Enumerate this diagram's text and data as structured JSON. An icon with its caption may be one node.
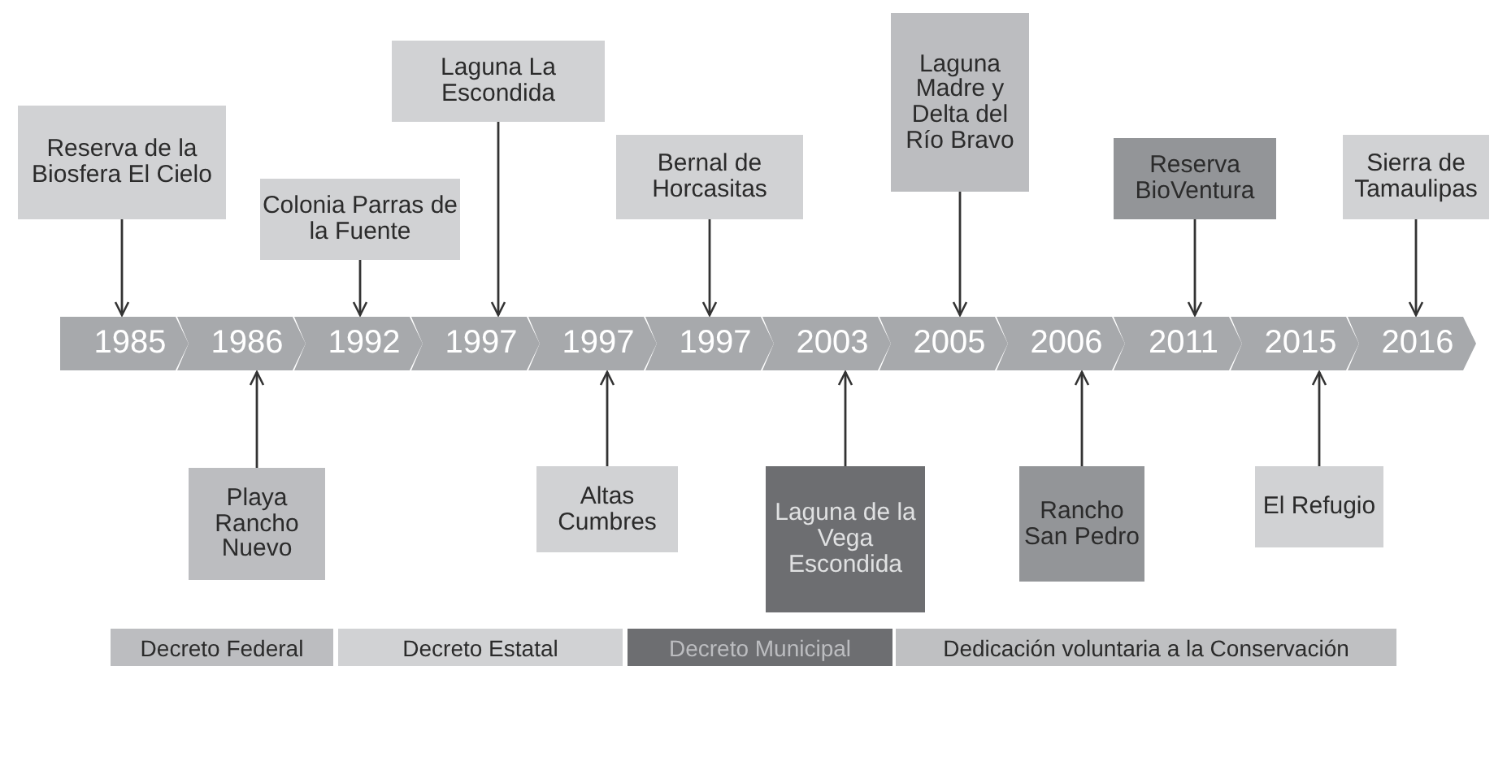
{
  "diagram": {
    "nodes": [
      {
        "text": [
          "Reserva de la Biosfera El Cielo"
        ]
      },
      {
        "text": [
          "Colonia Parras de la Fuente"
        ]
      },
      {
        "text": [
          "Laguna La Escondida"
        ]
      },
      {
        "text": [
          "Bernal de Horcasitas"
        ]
      },
      {
        "text": [
          "Laguna Madre y Delta del Río Bravo"
        ]
      },
      {
        "text": [
          "Reserva BioVentura"
        ]
      },
      {
        "text": [
          "Sierra de Tamaulipas"
        ]
      },
      {
        "text": [
          "1985"
        ]
      },
      {
        "text": [
          "1986"
        ]
      },
      {
        "text": [
          "1992"
        ]
      },
      {
        "text": [
          "1997"
        ]
      },
      {
        "text": [
          "1997"
        ]
      },
      {
        "text": [
          "1997"
        ]
      },
      {
        "text": [
          "2003"
        ]
      },
      {
        "text": [
          "2005"
        ]
      },
      {
        "text": [
          "2006"
        ]
      },
      {
        "text": [
          "2011"
        ]
      },
      {
        "text": [
          "2015"
        ]
      },
      {
        "text": [
          "2016"
        ]
      },
      {
        "text": [
          "Playa Rancho Nuevo"
        ]
      },
      {
        "text": [
          "Altas Cumbres"
        ]
      },
      {
        "text": [
          "Laguna de la Vega Escondida"
        ]
      },
      {
        "text": [
          "Rancho San Pedro"
        ]
      },
      {
        "text": [
          "El Refugio"
        ]
      }
    ],
    "edges": [
      {
        "from": 0,
        "to": 7,
        "arrow": "to"
      },
      {
        "from": 1,
        "to": 9,
        "arrow": "to"
      },
      {
        "from": 2,
        "to": 10,
        "arrow": "to"
      },
      {
        "from": 3,
        "to": 12,
        "arrow": "to"
      },
      {
        "from": 4,
        "to": 14,
        "arrow": "to"
      },
      {
        "from": 5,
        "to": 16,
        "arrow": "to"
      },
      {
        "from": 6,
        "to": 18,
        "arrow": "to"
      },
      {
        "from": 19,
        "to": 8,
        "arrow": "to"
      },
      {
        "from": 20,
        "to": 11,
        "arrow": "to"
      },
      {
        "from": 21,
        "to": 13,
        "arrow": "to"
      },
      {
        "from": 22,
        "to": 15,
        "arrow": "to"
      },
      {
        "from": 23,
        "to": 17,
        "arrow": "to"
      }
    ],
    "legend": [
      {
        "text": "Decreto Federal",
        "color": "#bcbdc0"
      },
      {
        "text": "Decreto Estatal",
        "color": "#d1d2d4"
      },
      {
        "text": "Decreto Municipal",
        "color": "#6d6e71"
      },
      {
        "text": "Dedicación voluntaria a la Conservación",
        "color": "#bfc0c2"
      }
    ]
  }
}
